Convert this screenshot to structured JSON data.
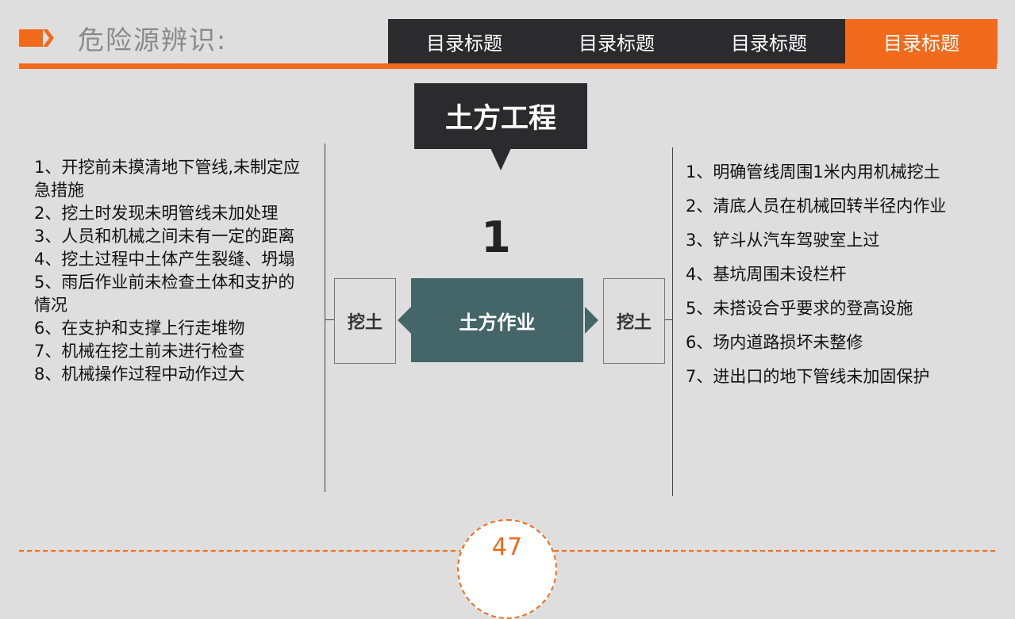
{
  "header": {
    "title": "危险源辨识:",
    "accent_color": "#f26a1b",
    "icon": "double-chevron-right-icon"
  },
  "tabs": [
    {
      "label": "目录标题",
      "active": false
    },
    {
      "label": "目录标题",
      "active": false
    },
    {
      "label": "目录标题",
      "active": false
    },
    {
      "label": "目录标题",
      "active": true
    }
  ],
  "main": {
    "title": "土方工程",
    "number": "1",
    "center_label": "土方作业",
    "left_box": "挖土",
    "right_box": "挖土"
  },
  "left_list": [
    "1、开挖前未摸清地下管线,未制定应急措施",
    "2、挖土时发现未明管线未加处理",
    "3、人员和机械之间未有一定的距离",
    "4、挖土过程中土体产生裂缝、坍塌",
    "5、雨后作业前未检查土体和支护的情况",
    "6、在支护和支撑上行走堆物",
    "7、机械在挖土前未进行检查",
    "8、机械操作过程中动作过大"
  ],
  "right_list": [
    "1、明确管线周围1米内用机械挖土",
    "2、清底人员在机械回转半径内作业",
    "3、铲斗从汽车驾驶室上过",
    "4、基坑周围未设栏杆",
    "5、未搭设合乎要求的登高设施",
    "6、场内道路损坏未整修",
    "7、进出口的地下管线未加固保护"
  ],
  "footer": {
    "page_number": "47"
  },
  "colors": {
    "dark": "#2b2b2e",
    "teal": "#456669",
    "background": "#dedede"
  }
}
